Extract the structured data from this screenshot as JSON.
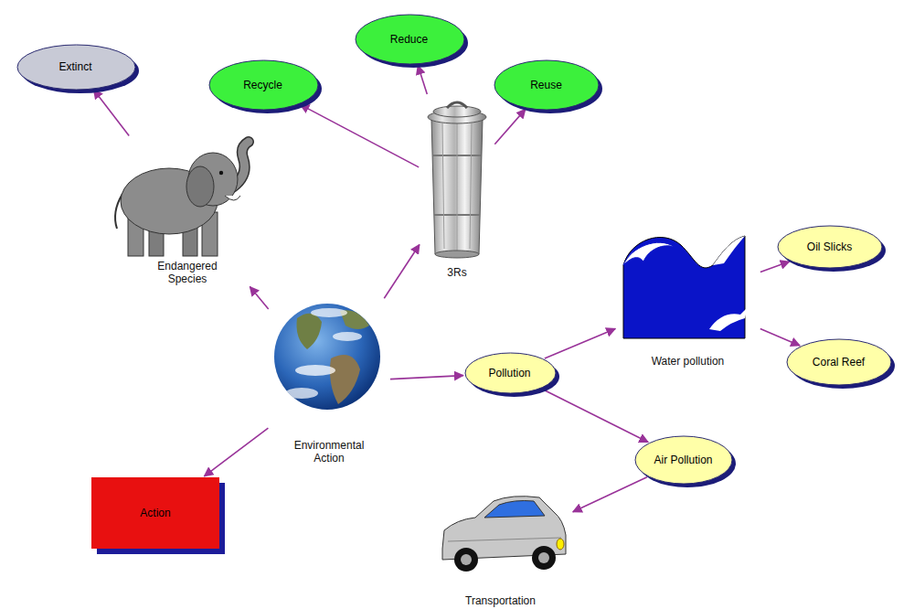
{
  "diagram": {
    "nodes": [
      {
        "text": [
          "Extinct"
        ]
      },
      {
        "text": [
          "Recycle"
        ]
      },
      {
        "text": [
          "Reduce"
        ]
      },
      {
        "text": [
          "Reuse"
        ]
      },
      {
        "text": [
          "Endangered Species"
        ]
      },
      {
        "text": [
          "3Rs"
        ]
      },
      {
        "text": [
          "Oil Slicks"
        ]
      },
      {
        "text": [
          "Water pollution"
        ]
      },
      {
        "text": [
          "Environmental Action"
        ]
      },
      {
        "text": [
          "Pollution"
        ]
      },
      {
        "text": [
          "Coral Reef"
        ]
      },
      {
        "text": [
          "Air Pollution"
        ]
      },
      {
        "text": [
          "Action"
        ]
      },
      {
        "text": [
          "Transportation"
        ]
      }
    ],
    "edges": [
      {
        "from": 8,
        "to": 4,
        "arrow": "to"
      },
      {
        "from": 4,
        "to": 0,
        "arrow": "to"
      },
      {
        "from": 8,
        "to": 5,
        "arrow": "to"
      },
      {
        "from": 5,
        "to": 1,
        "arrow": "to"
      },
      {
        "from": 5,
        "to": 2,
        "arrow": "to"
      },
      {
        "from": 5,
        "to": 3,
        "arrow": "to"
      },
      {
        "from": 8,
        "to": 12,
        "arrow": "to"
      },
      {
        "from": 8,
        "to": 9,
        "arrow": "to"
      },
      {
        "from": 9,
        "to": 7,
        "arrow": "to"
      },
      {
        "from": 9,
        "to": 11,
        "arrow": "to"
      },
      {
        "from": 7,
        "to": 6,
        "arrow": "to"
      },
      {
        "from": 7,
        "to": 10,
        "arrow": "to"
      },
      {
        "from": 11,
        "to": 13,
        "arrow": "to"
      }
    ]
  }
}
